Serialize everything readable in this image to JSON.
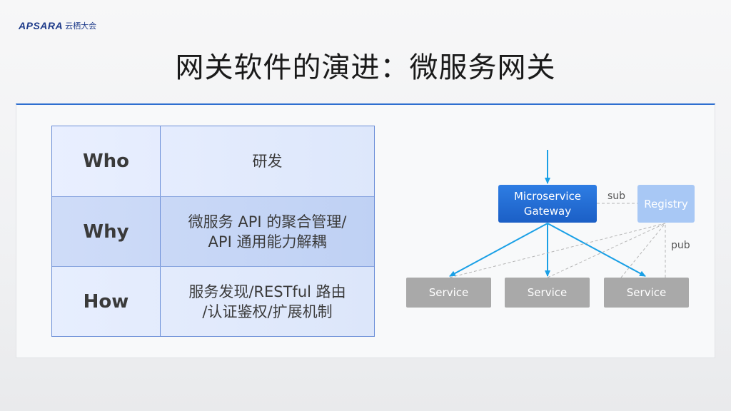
{
  "brand": {
    "logo_mark": "APSARA",
    "logo_text": "云栖大会"
  },
  "slide": {
    "title": "网关软件的演进：微服务网关"
  },
  "table": {
    "rows": [
      {
        "head": "Who",
        "lines": [
          "研发"
        ]
      },
      {
        "head": "Why",
        "lines": [
          "微服务 API 的聚合管理/",
          "API 通用能力解耦"
        ]
      },
      {
        "head": "How",
        "lines": [
          "服务发现/RESTful 路由",
          "/认证鉴权/扩展机制"
        ]
      }
    ]
  },
  "diagram": {
    "gateway": {
      "line1": "Microservice",
      "line2": "Gateway"
    },
    "registry": "Registry",
    "services": [
      "Service",
      "Service",
      "Service"
    ],
    "edge_labels": {
      "sub": "sub",
      "pub": "pub"
    }
  },
  "colors": {
    "accent_blue": "#1b5fc6",
    "registry_blue": "#a8c8f5",
    "service_gray": "#a9a9a9",
    "arrow_blue": "#1aa0e6",
    "dashed_gray": "#b5b5b5"
  }
}
